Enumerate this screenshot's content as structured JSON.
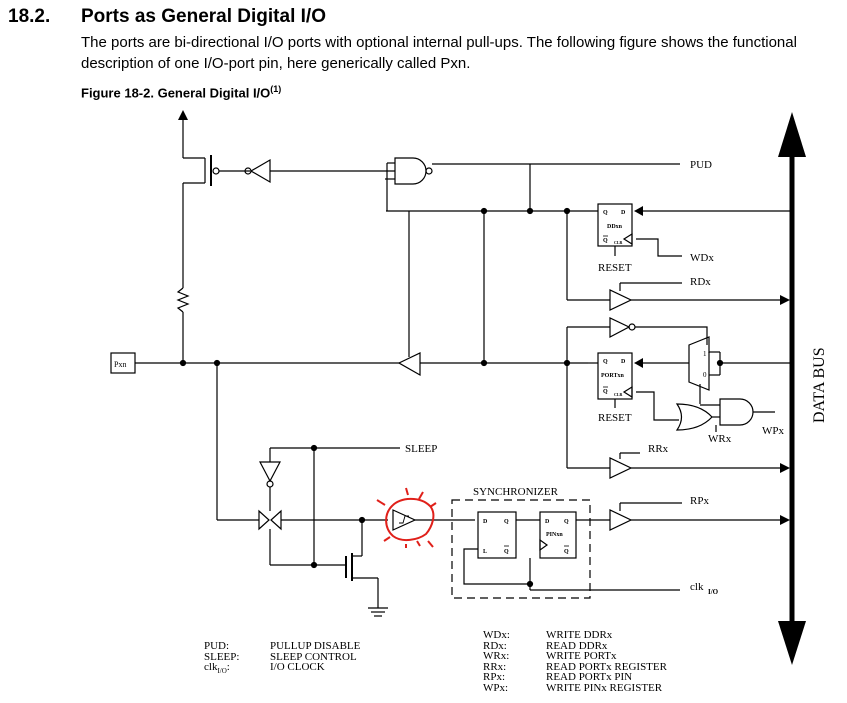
{
  "section": {
    "number": "18.2.",
    "title": "Ports as General Digital I/O",
    "intro": "The ports are bi-directional I/O ports with optional internal pull-ups. The following figure shows the functional description of one I/O-port pin, here generically called Pxn."
  },
  "figure": {
    "caption": "Figure 18-2. General Digital I/O",
    "footnote_marker": "(1)"
  },
  "diagram": {
    "pin": "Pxn",
    "ddr_latch": {
      "q": "Q",
      "d": "D",
      "name": "DDxn",
      "qbar": "Q",
      "clk": "CLR",
      "reset": "RESET"
    },
    "port_latch": {
      "q": "Q",
      "d": "D",
      "name": "PORTxn",
      "qbar": "Q",
      "clk": "CLR",
      "reset": "RESET"
    },
    "sync_latch": {
      "d": "D",
      "q": "Q",
      "l": "L",
      "qbar": "Q"
    },
    "pin_latch": {
      "d": "D",
      "q": "Q",
      "name": "PINxn",
      "qbar": "Q"
    },
    "mux": {
      "in1": "1",
      "in0": "0"
    },
    "signals": {
      "pud": "PUD",
      "wdx": "WDx",
      "rdx": "RDx",
      "rrx": "RRx",
      "wrx": "WRx",
      "wpx": "WPx",
      "rpx": "RPx",
      "clk_main": "clk",
      "clk_sub": "I/O",
      "sleep": "SLEEP",
      "synchronizer": "SYNCHRONIZER",
      "data_bus": "DATA BUS"
    }
  },
  "legend_left": {
    "keys": [
      "PUD:",
      "SLEEP:",
      "clk"
    ],
    "clk_sub": "I/O",
    "clk_colon": ":",
    "values": [
      "PULLUP DISABLE",
      "SLEEP CONTROL",
      "I/O CLOCK"
    ]
  },
  "legend_right": {
    "keys": [
      "WDx:",
      "RDx:",
      "WRx:",
      "RRx:",
      "RPx:",
      "WPx:"
    ],
    "values": [
      "WRITE DDRx",
      "READ DDRx",
      "WRITE PORTx",
      "READ PORTx REGISTER",
      "READ PORTx PIN",
      "WRITE PINx REGISTER"
    ]
  },
  "colors": {
    "ink": "#000000",
    "highlight": "#e0201a",
    "background": "#ffffff"
  }
}
